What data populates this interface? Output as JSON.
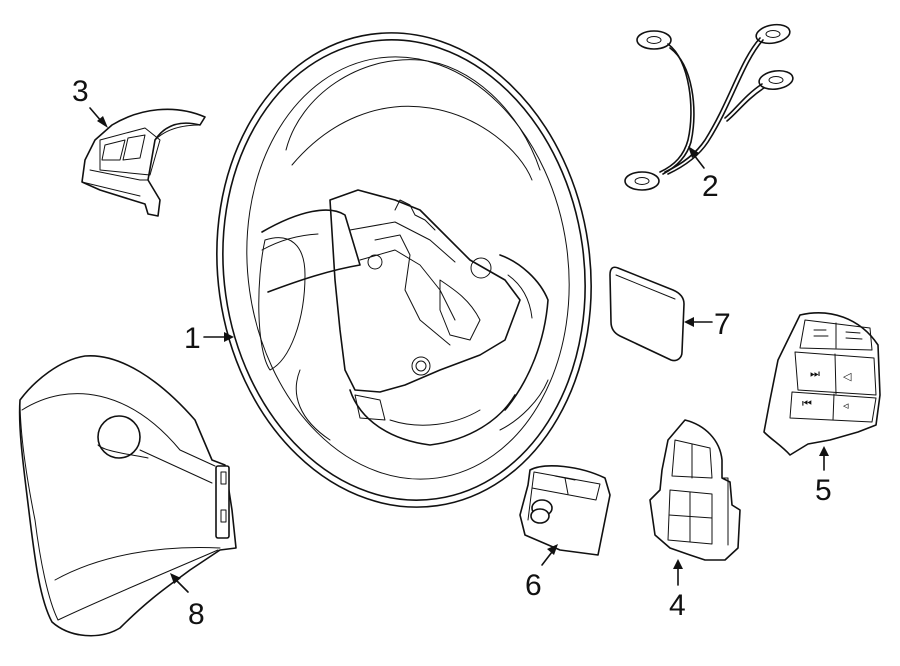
{
  "diagram": {
    "callouts": {
      "part_1": "1",
      "part_2": "2",
      "part_3": "3",
      "part_4": "4",
      "part_5": "5",
      "part_6": "6",
      "part_7": "7",
      "part_8": "8"
    },
    "switch_glyphs": {
      "next_track": "⏭",
      "prev_track": "⏮",
      "volume_up": "◁",
      "volume_down": "◃"
    }
  }
}
